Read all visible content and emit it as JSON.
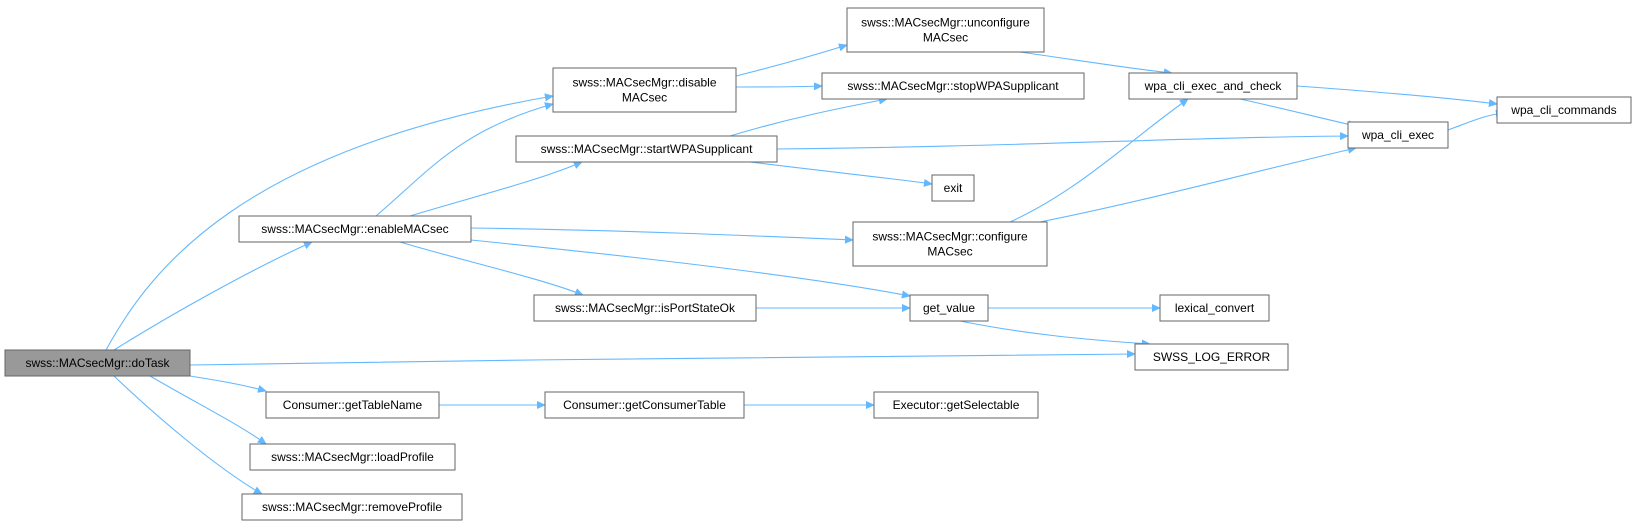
{
  "nodes": [
    {
      "id": "dotask",
      "lines": [
        "swss::MACsecMgr::doTask"
      ],
      "root": true
    },
    {
      "id": "disable",
      "lines": [
        "swss::MACsecMgr::disable",
        "MACsec"
      ]
    },
    {
      "id": "enable",
      "lines": [
        "swss::MACsecMgr::enableMACsec"
      ]
    },
    {
      "id": "gettablename",
      "lines": [
        "Consumer::getTableName"
      ]
    },
    {
      "id": "loadprofile",
      "lines": [
        "swss::MACsecMgr::loadProfile"
      ]
    },
    {
      "id": "removeprofile",
      "lines": [
        "swss::MACsecMgr::removeProfile"
      ]
    },
    {
      "id": "startwpa",
      "lines": [
        "swss::MACsecMgr::startWPASupplicant"
      ]
    },
    {
      "id": "isportstate",
      "lines": [
        "swss::MACsecMgr::isPortStateOk"
      ]
    },
    {
      "id": "getconsumertable",
      "lines": [
        "Consumer::getConsumerTable"
      ]
    },
    {
      "id": "unconfigure",
      "lines": [
        "swss::MACsecMgr::unconfigure",
        "MACsec"
      ]
    },
    {
      "id": "stopwpa",
      "lines": [
        "swss::MACsecMgr::stopWPASupplicant"
      ]
    },
    {
      "id": "exit",
      "lines": [
        "exit"
      ]
    },
    {
      "id": "configure",
      "lines": [
        "swss::MACsecMgr::configure",
        "MACsec"
      ]
    },
    {
      "id": "getvalue",
      "lines": [
        "get_value"
      ]
    },
    {
      "id": "getselectable",
      "lines": [
        "Executor::getSelectable"
      ]
    },
    {
      "id": "wpaexeccheck",
      "lines": [
        "wpa_cli_exec_and_check"
      ]
    },
    {
      "id": "wpaexec",
      "lines": [
        "wpa_cli_exec"
      ]
    },
    {
      "id": "lexical",
      "lines": [
        "lexical_convert"
      ]
    },
    {
      "id": "swsslog",
      "lines": [
        "SWSS_LOG_ERROR"
      ]
    },
    {
      "id": "wpacommands",
      "lines": [
        "wpa_cli_commands"
      ]
    }
  ],
  "edges": [
    [
      "dotask",
      "disable"
    ],
    [
      "dotask",
      "enable"
    ],
    [
      "dotask",
      "swsslog"
    ],
    [
      "dotask",
      "gettablename"
    ],
    [
      "dotask",
      "loadprofile"
    ],
    [
      "dotask",
      "removeprofile"
    ],
    [
      "disable",
      "unconfigure"
    ],
    [
      "disable",
      "stopwpa"
    ],
    [
      "enable",
      "disable"
    ],
    [
      "enable",
      "startwpa"
    ],
    [
      "enable",
      "configure"
    ],
    [
      "enable",
      "isportstate"
    ],
    [
      "enable",
      "getvalue"
    ],
    [
      "startwpa",
      "stopwpa"
    ],
    [
      "startwpa",
      "exit"
    ],
    [
      "startwpa",
      "wpaexec"
    ],
    [
      "isportstate",
      "getvalue"
    ],
    [
      "gettablename",
      "getconsumertable"
    ],
    [
      "getconsumertable",
      "getselectable"
    ],
    [
      "unconfigure",
      "wpaexeccheck"
    ],
    [
      "configure",
      "wpaexeccheck"
    ],
    [
      "configure",
      "wpaexec"
    ],
    [
      "getvalue",
      "lexical"
    ],
    [
      "getvalue",
      "swsslog"
    ],
    [
      "wpaexeccheck",
      "wpaexec"
    ],
    [
      "wpaexeccheck",
      "wpacommands"
    ],
    [
      "wpaexec",
      "wpacommands"
    ]
  ]
}
